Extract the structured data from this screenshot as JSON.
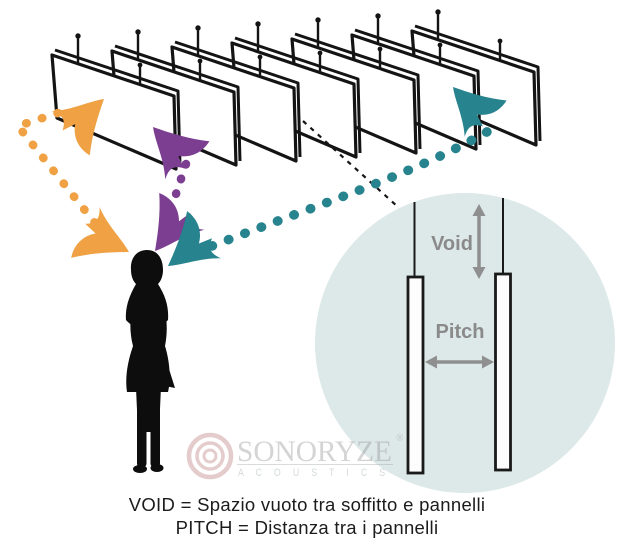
{
  "diagram": {
    "description": "Hanging acoustic baffle panels with sound reflection paths toward a listener, and magnified detail of Void and Pitch spacing",
    "panel_count": 7
  },
  "colors": {
    "orange": "#EFA143",
    "purple": "#7B3E90",
    "teal": "#27838D",
    "circle_fill": "#DDE8E8",
    "dim_gray": "#8A8A8A",
    "ink": "#1C1C1C"
  },
  "inset": {
    "void_label": "Void",
    "pitch_label": "Pitch"
  },
  "logo": {
    "name": "SONORYZE",
    "registered": "®",
    "subtitle": "A C O U S T I C S"
  },
  "legend": {
    "line1": "VOID = Spazio vuoto tra soffitto e pannelli",
    "line2": "PITCH = Distanza tra i pannelli"
  }
}
